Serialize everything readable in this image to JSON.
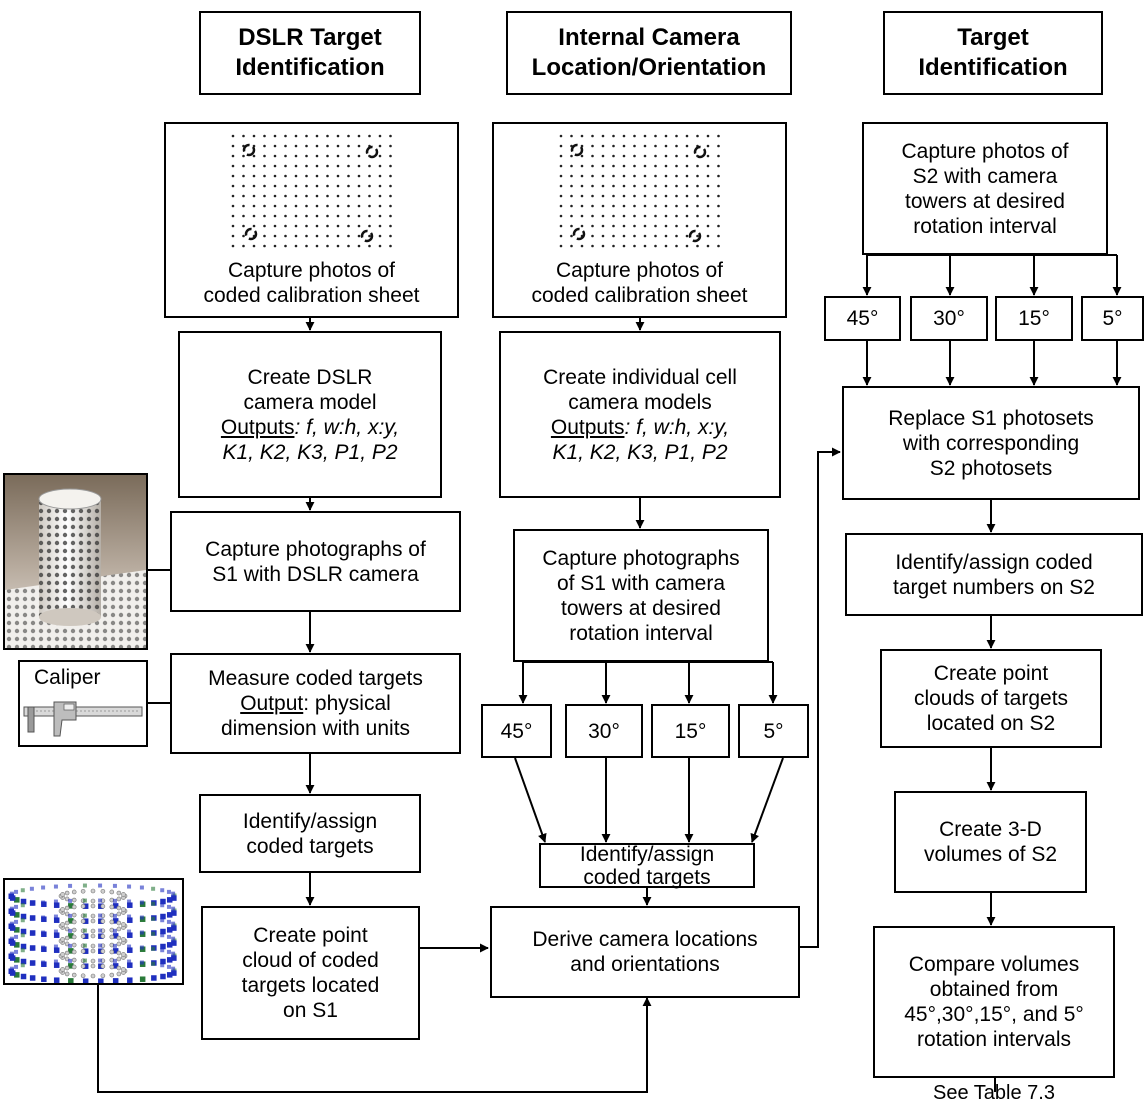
{
  "columns": {
    "dslr": {
      "title": [
        "DSLR Target",
        "Identification"
      ]
    },
    "internal": {
      "title": [
        "Internal Camera",
        "Location/Orientation"
      ]
    },
    "target": {
      "title": [
        "Target",
        "Identification"
      ]
    }
  },
  "dslr_steps": {
    "capture_sheet": [
      "Capture photos of",
      "coded calibration sheet"
    ],
    "camera_model": {
      "lines": [
        "Create DSLR",
        "camera model"
      ],
      "outputs_label": "Outputs",
      "outputs_a": ": f, w:h, x:y,",
      "outputs_b": "K1, K2, K3, P1, P2"
    },
    "capture_s1": [
      "Capture photographs of",
      "S1 with DSLR camera"
    ],
    "measure": {
      "line1": "Measure coded targets",
      "output_label": "Output",
      "output_rest": ": physical",
      "line3": "dimension with units"
    },
    "identify": [
      "Identify/assign",
      "coded targets"
    ],
    "point_cloud": [
      "Create point",
      "cloud of coded",
      "targets located",
      "on S1"
    ]
  },
  "internal_steps": {
    "capture_sheet": [
      "Capture photos of",
      "coded calibration sheet"
    ],
    "camera_models": {
      "lines": [
        "Create individual cell",
        "camera models"
      ],
      "outputs_label": "Outputs",
      "outputs_a": ": f, w:h, x:y,",
      "outputs_b": "K1, K2, K3, P1, P2"
    },
    "capture_towers": [
      "Capture photographs",
      "of S1 with camera",
      "towers at desired",
      "rotation interval"
    ],
    "angles": [
      "45°",
      "30°",
      "15°",
      "5°"
    ],
    "identify": [
      "Identify/assign",
      "coded targets"
    ],
    "derive": [
      "Derive camera locations",
      "and orientations"
    ]
  },
  "target_steps": {
    "capture_s2": [
      "Capture photos of",
      "S2 with camera",
      "towers at desired",
      "rotation interval"
    ],
    "angles": [
      "45°",
      "30°",
      "15°",
      "5°"
    ],
    "replace": [
      "Replace S1 photosets",
      "with corresponding",
      "S2 photosets"
    ],
    "identify": [
      "Identify/assign coded",
      "target numbers on S2"
    ],
    "point_clouds": [
      "Create point",
      "clouds of targets",
      "located on S2"
    ],
    "volumes": [
      "Create 3-D",
      "volumes of S2"
    ],
    "compare": [
      "Compare volumes",
      "obtained from",
      "45°,30°,15°, and 5°",
      "rotation intervals"
    ],
    "see_table": "See Table 7.3"
  },
  "images": {
    "caliper_label": "Caliper"
  }
}
